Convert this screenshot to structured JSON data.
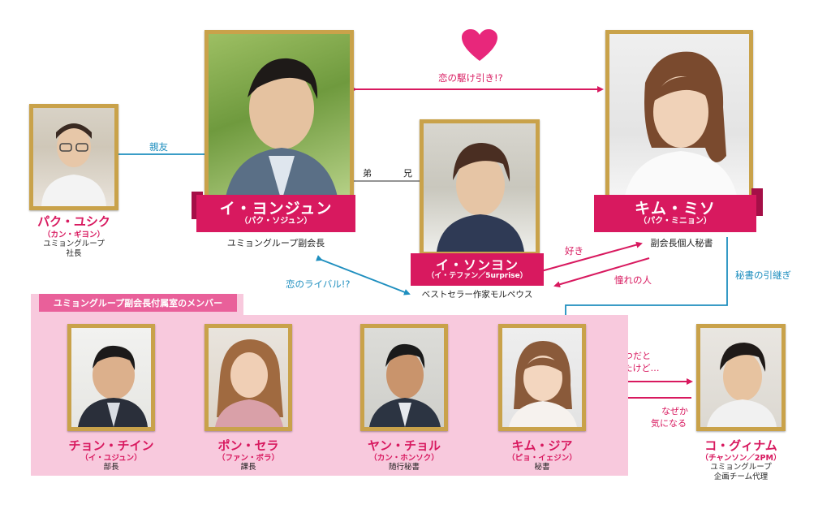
{
  "characters": {
    "lee_youngjoon": {
      "name": "イ・ヨンジュン",
      "actor": "（パク・ソジュン）",
      "title": "ユミョングループ副会長"
    },
    "kim_miso": {
      "name": "キム・ミソ",
      "actor": "（パク・ミニョン）",
      "title": "副会長個人秘書"
    },
    "lee_sungyeon": {
      "name": "イ・ソンヨン",
      "actor": "（イ・テファン／5urprise）",
      "title": "ベストセラー作家モルペウス"
    },
    "park_yusik": {
      "name": "パク・ユシク",
      "actor": "（カン・ギヨン）",
      "title": "ユミョングループ\n社長"
    },
    "jung_chiin": {
      "name": "チョン・チイン",
      "actor": "（イ・ユジュン）",
      "title": "部長"
    },
    "bong_sera": {
      "name": "ポン・セラ",
      "actor": "（ファン・ボラ）",
      "title": "課長"
    },
    "yang_cheol": {
      "name": "ヤン・チョル",
      "actor": "（カン・ホンソク）",
      "title": "随行秘書"
    },
    "kim_jia": {
      "name": "キム・ジア",
      "actor": "（ピョ・イェジン）",
      "title": "秘書"
    },
    "go_gwinam": {
      "name": "コ・グィナム",
      "actor": "（チャンソン／2PM）",
      "title": "ユミョングループ\n企画チーム代理"
    }
  },
  "relations": {
    "love_tug": "恋の駆け引き!?",
    "best_friend": "親友",
    "younger_brother": "弟",
    "older_brother": "兄",
    "like": "好き",
    "admire": "憧れの人",
    "rival": "恋のライバル!?",
    "secretary_handover": "秘書の引継ぎ",
    "question": "？",
    "jia_to_gwinam_1": "嫌なやつだと",
    "jia_to_gwinam_2": "思ってたけど…",
    "gwinam_to_jia_1": "なぜか",
    "gwinam_to_jia_2": "気になる"
  },
  "team": {
    "label": "ユミョングループ副会長付属室のメンバー"
  },
  "colors": {
    "pink": "#d8195f",
    "blue": "#1f8fbf",
    "gold": "#c9a24a",
    "team_bg": "#f8c9dd"
  },
  "icons": [
    "heart-icon",
    "arrow-icon"
  ]
}
